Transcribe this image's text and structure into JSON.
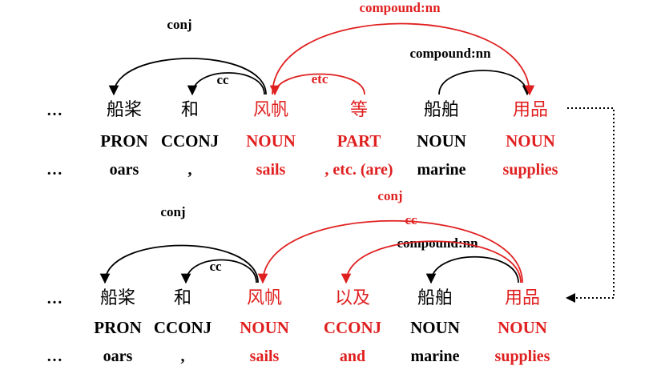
{
  "colors": {
    "normal": "#000000",
    "highlight": "#e02020"
  },
  "ellipsis": "…",
  "top": {
    "words": [
      "船桨",
      "和",
      "风帆",
      "等",
      "船舶",
      "用品"
    ],
    "pos": [
      "PRON",
      "CCONJ",
      "NOUN",
      "PART",
      "NOUN",
      "NOUN"
    ],
    "gloss": [
      "oars",
      ",",
      "sails",
      ", etc. (are)",
      "marine",
      "supplies"
    ],
    "highlight": [
      false,
      false,
      true,
      true,
      false,
      true
    ],
    "arcs": [
      {
        "label": "conj",
        "from": 2,
        "to": 0,
        "highlight": false
      },
      {
        "label": "cc",
        "from": 2,
        "to": 1,
        "highlight": false
      },
      {
        "label": "etc",
        "from": 3,
        "to": 2,
        "highlight": true
      },
      {
        "label": "compound:nn",
        "from": 4,
        "to": 5,
        "highlight": false
      },
      {
        "label": "compound:nn",
        "from": 2,
        "to": 5,
        "highlight": true
      }
    ]
  },
  "bottom": {
    "words": [
      "船桨",
      "和",
      "风帆",
      "以及",
      "船舶",
      "用品"
    ],
    "pos": [
      "PRON",
      "CCONJ",
      "NOUN",
      "CCONJ",
      "NOUN",
      "NOUN"
    ],
    "gloss": [
      "oars",
      ",",
      "sails",
      "and",
      "marine",
      "supplies"
    ],
    "highlight": [
      false,
      false,
      true,
      true,
      false,
      true
    ],
    "arcs": [
      {
        "label": "conj",
        "from": 2,
        "to": 0,
        "highlight": false
      },
      {
        "label": "cc",
        "from": 2,
        "to": 1,
        "highlight": false
      },
      {
        "label": "compound:nn",
        "from": 5,
        "to": 4,
        "highlight": false
      },
      {
        "label": "cc",
        "from": 5,
        "to": 3,
        "highlight": true
      },
      {
        "label": "conj",
        "from": 5,
        "to": 2,
        "highlight": true
      }
    ]
  }
}
